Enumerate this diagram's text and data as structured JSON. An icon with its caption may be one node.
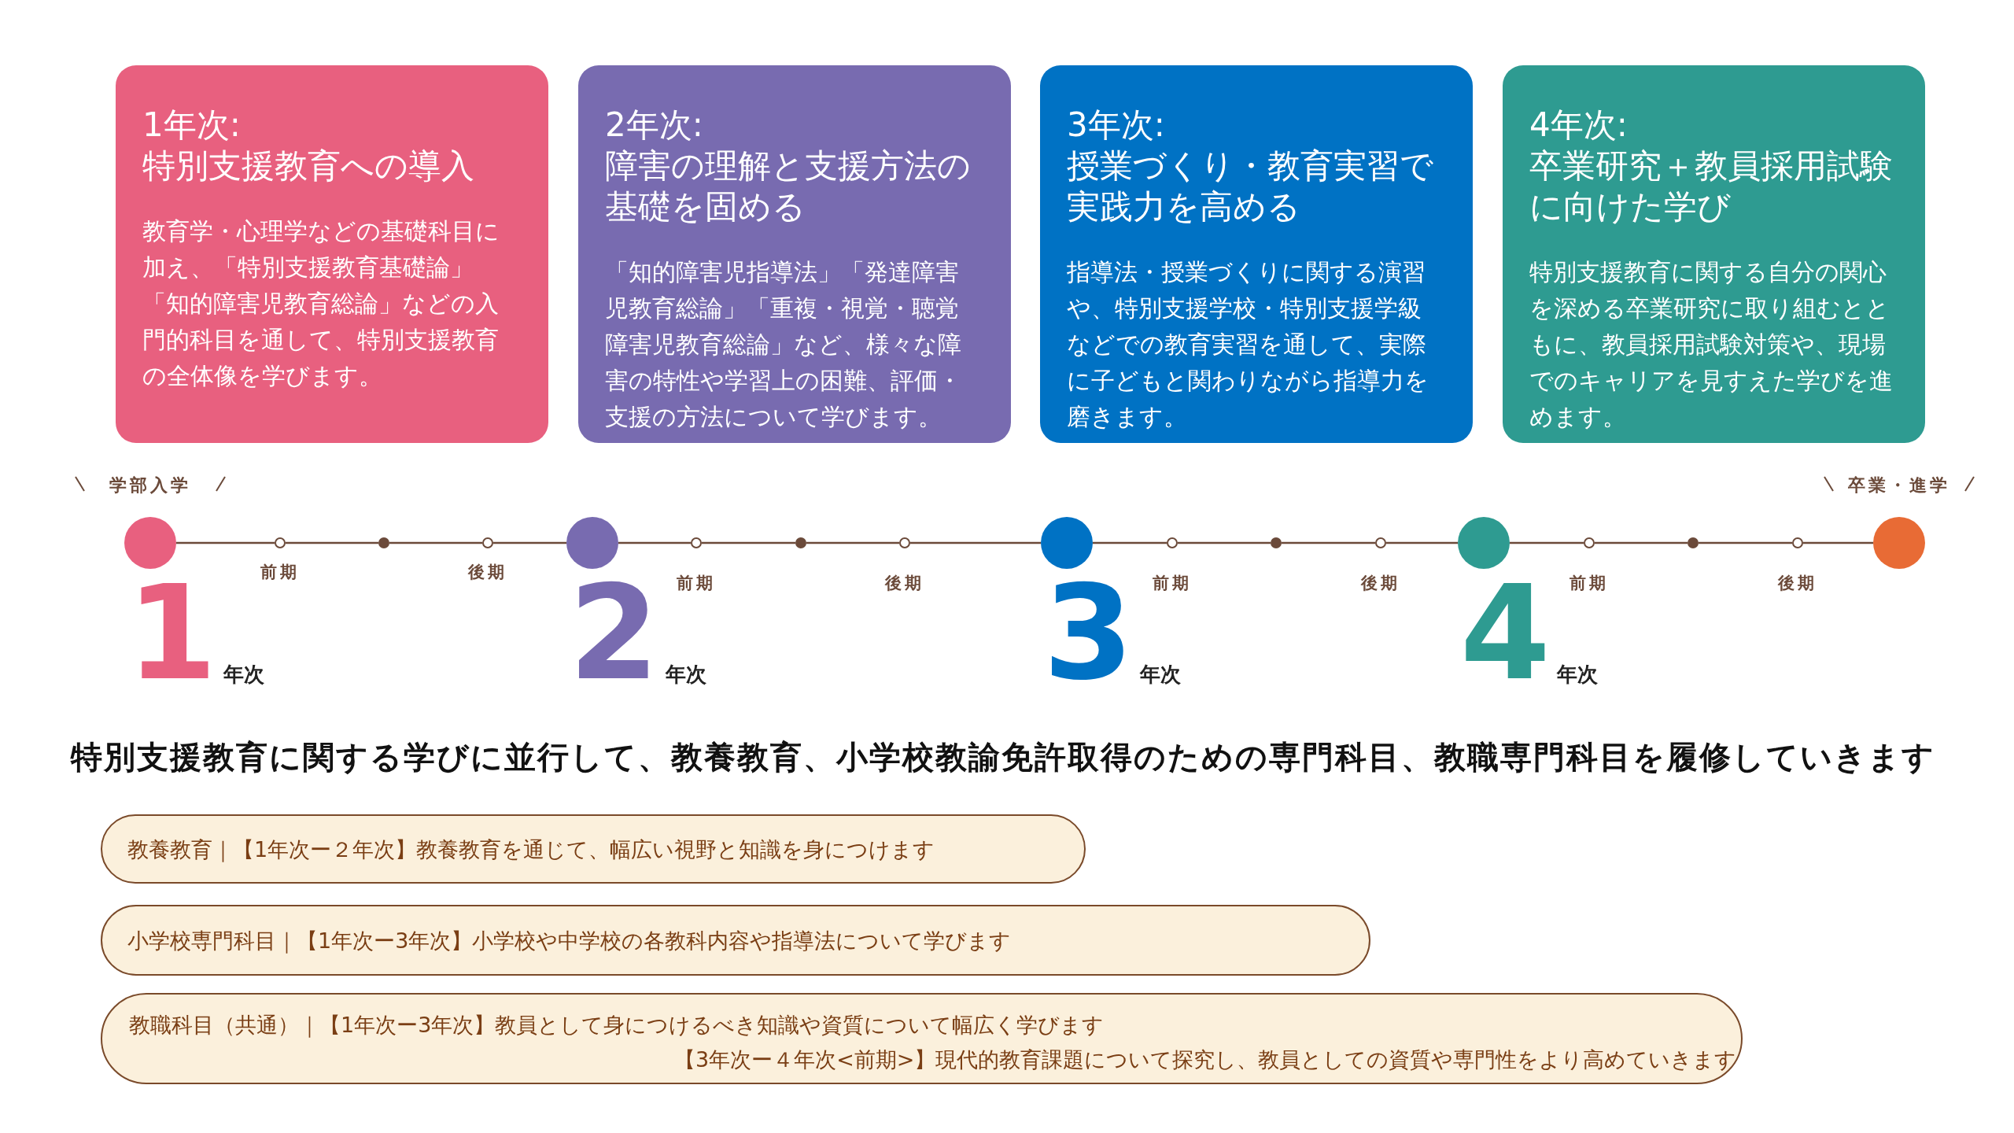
{
  "diagram": {
    "nodes": [
      {
        "text": [
          "1年次:",
          "特別支援教育への導入",
          "教育学・心理学などの基礎科目に加え、「特別支援教育基礎論」「知的障害児教育総論」などの入門的科目を通して、特別支援教育の全体像を学びます。"
        ]
      },
      {
        "text": [
          "2年次:",
          "障害の理解と支援方法の基礎を固める",
          "「知的障害児指導法」「発達障害児教育総論」「重複・視覚・聴覚障害児教育総論」など、様々な障害の特性や学習上の困難、評価・支援の方法について学びます。"
        ]
      },
      {
        "text": [
          "3年次:",
          "授業づくり・教育実習で実践力を高める",
          "指導法・授業づくりに関する演習や、特別支援学校・特別支援学級などでの教育実習を通して、実際に子どもと関わりながら指導力を磨きます。"
        ]
      },
      {
        "text": [
          "4年次:",
          "卒業研究＋教員採用試験に向けた学び",
          "特別支援教育に関する自分の関心を深める卒業研究に取り組むとともに、教員採用試験対策や、現場でのキャリアを見すえた学びを進めます。"
        ]
      },
      {
        "text": [],
        "shape": "circle",
        "beside": [
          "学部入学",
          "1",
          "年次"
        ]
      },
      {
        "text": [],
        "shape": "circle",
        "beside": [
          "前期"
        ]
      },
      {
        "text": [],
        "shape": "circle"
      },
      {
        "text": [],
        "shape": "circle",
        "beside": [
          "後期"
        ]
      },
      {
        "text": [],
        "shape": "circle",
        "beside": [
          "2",
          "年次"
        ]
      },
      {
        "text": [],
        "shape": "circle",
        "beside": [
          "前期"
        ]
      },
      {
        "text": [],
        "shape": "circle"
      },
      {
        "text": [],
        "shape": "circle",
        "beside": [
          "後期"
        ]
      },
      {
        "text": [],
        "shape": "circle",
        "beside": [
          "3",
          "年次"
        ]
      },
      {
        "text": [],
        "shape": "circle",
        "beside": [
          "前期"
        ]
      },
      {
        "text": [],
        "shape": "circle"
      },
      {
        "text": [],
        "shape": "circle",
        "beside": [
          "後期"
        ]
      },
      {
        "text": [],
        "shape": "circle",
        "beside": [
          "4",
          "年次"
        ]
      },
      {
        "text": [],
        "shape": "circle",
        "beside": [
          "前期"
        ]
      },
      {
        "text": [],
        "shape": "circle"
      },
      {
        "text": [],
        "shape": "circle",
        "beside": [
          "後期"
        ]
      },
      {
        "text": [],
        "shape": "circle",
        "beside": [
          "卒業・進学"
        ]
      },
      {
        "text": [
          "教養教育｜【1年次ー２年次】教養教育を通じて、幅広い視野と知識を身につけます"
        ]
      },
      {
        "text": [
          "小学校専門科目｜【1年次ー3年次】小学校や中学校の各教科内容や指導法について学びます"
        ]
      },
      {
        "text": [
          "教職科目（共通）｜【1年次ー3年次】教員として身につけるべき知識や資質について幅広く学びます",
          "【3年次ー４年次<前期>】現代的教育課題について探究し、教員としての資質や専門性をより高めていきます"
        ]
      }
    ],
    "edges": [
      {
        "from": 4,
        "to": 5,
        "arrow": "none"
      },
      {
        "from": 5,
        "to": 6,
        "arrow": "none"
      },
      {
        "from": 6,
        "to": 7,
        "arrow": "none"
      },
      {
        "from": 7,
        "to": 8,
        "arrow": "none"
      },
      {
        "from": 8,
        "to": 9,
        "arrow": "none"
      },
      {
        "from": 9,
        "to": 10,
        "arrow": "none"
      },
      {
        "from": 10,
        "to": 11,
        "arrow": "none"
      },
      {
        "from": 11,
        "to": 12,
        "arrow": "none"
      },
      {
        "from": 12,
        "to": 13,
        "arrow": "none"
      },
      {
        "from": 13,
        "to": 14,
        "arrow": "none"
      },
      {
        "from": 14,
        "to": 15,
        "arrow": "none"
      },
      {
        "from": 15,
        "to": 16,
        "arrow": "none"
      },
      {
        "from": 16,
        "to": 17,
        "arrow": "none"
      },
      {
        "from": 17,
        "to": 18,
        "arrow": "none"
      },
      {
        "from": 18,
        "to": 19,
        "arrow": "none"
      },
      {
        "from": 19,
        "to": 20,
        "arrow": "none"
      }
    ],
    "labels": [
      "特別支援教育に関する学びに並行して、教養教育、小学校教諭免許取得のための専門科目、教職専門科目を履修していきます"
    ]
  }
}
